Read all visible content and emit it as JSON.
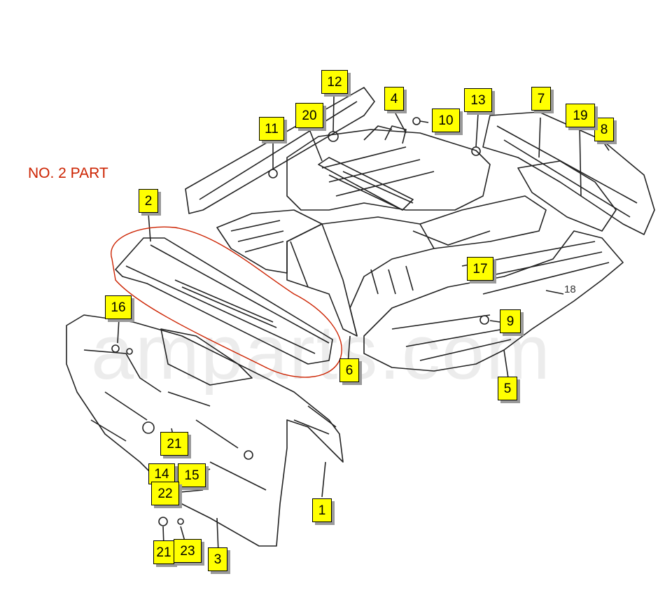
{
  "title": "NO. 2 PART",
  "watermark": "amparts.com",
  "highlight_color": "#cc2200",
  "callout_color": "#ffff00",
  "callouts": {
    "c1": "1",
    "c2": "2",
    "c3": "3",
    "c4": "4",
    "c5": "5",
    "c6": "6",
    "c7": "7",
    "c8": "8",
    "c9": "9",
    "c10": "10",
    "c11": "11",
    "c12": "12",
    "c13": "13",
    "c14": "14",
    "c15": "15",
    "c16": "16",
    "c17": "17",
    "c19": "19",
    "c20": "20",
    "c21a": "21",
    "c21b": "21",
    "c22": "22",
    "c23": "23"
  },
  "free_labels": {
    "l18": "18"
  }
}
